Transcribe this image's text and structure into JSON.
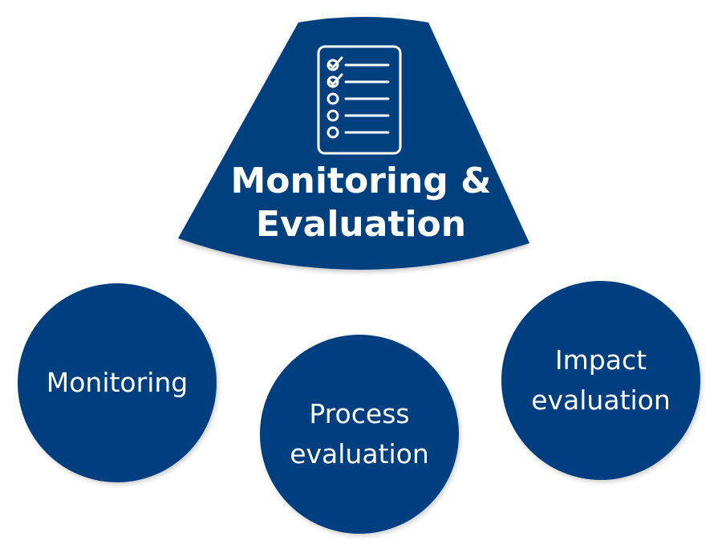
{
  "colors": {
    "primary": "#003f7f",
    "text": "#ffffff"
  },
  "header": {
    "title_line_1": "Monitoring &",
    "title_line_2": "Evaluation",
    "icon": "checklist-icon"
  },
  "items": [
    {
      "line_1": "Monitoring",
      "line_2": ""
    },
    {
      "line_1": "Process",
      "line_2": "evaluation"
    },
    {
      "line_1": "Impact",
      "line_2": "evaluation"
    }
  ]
}
